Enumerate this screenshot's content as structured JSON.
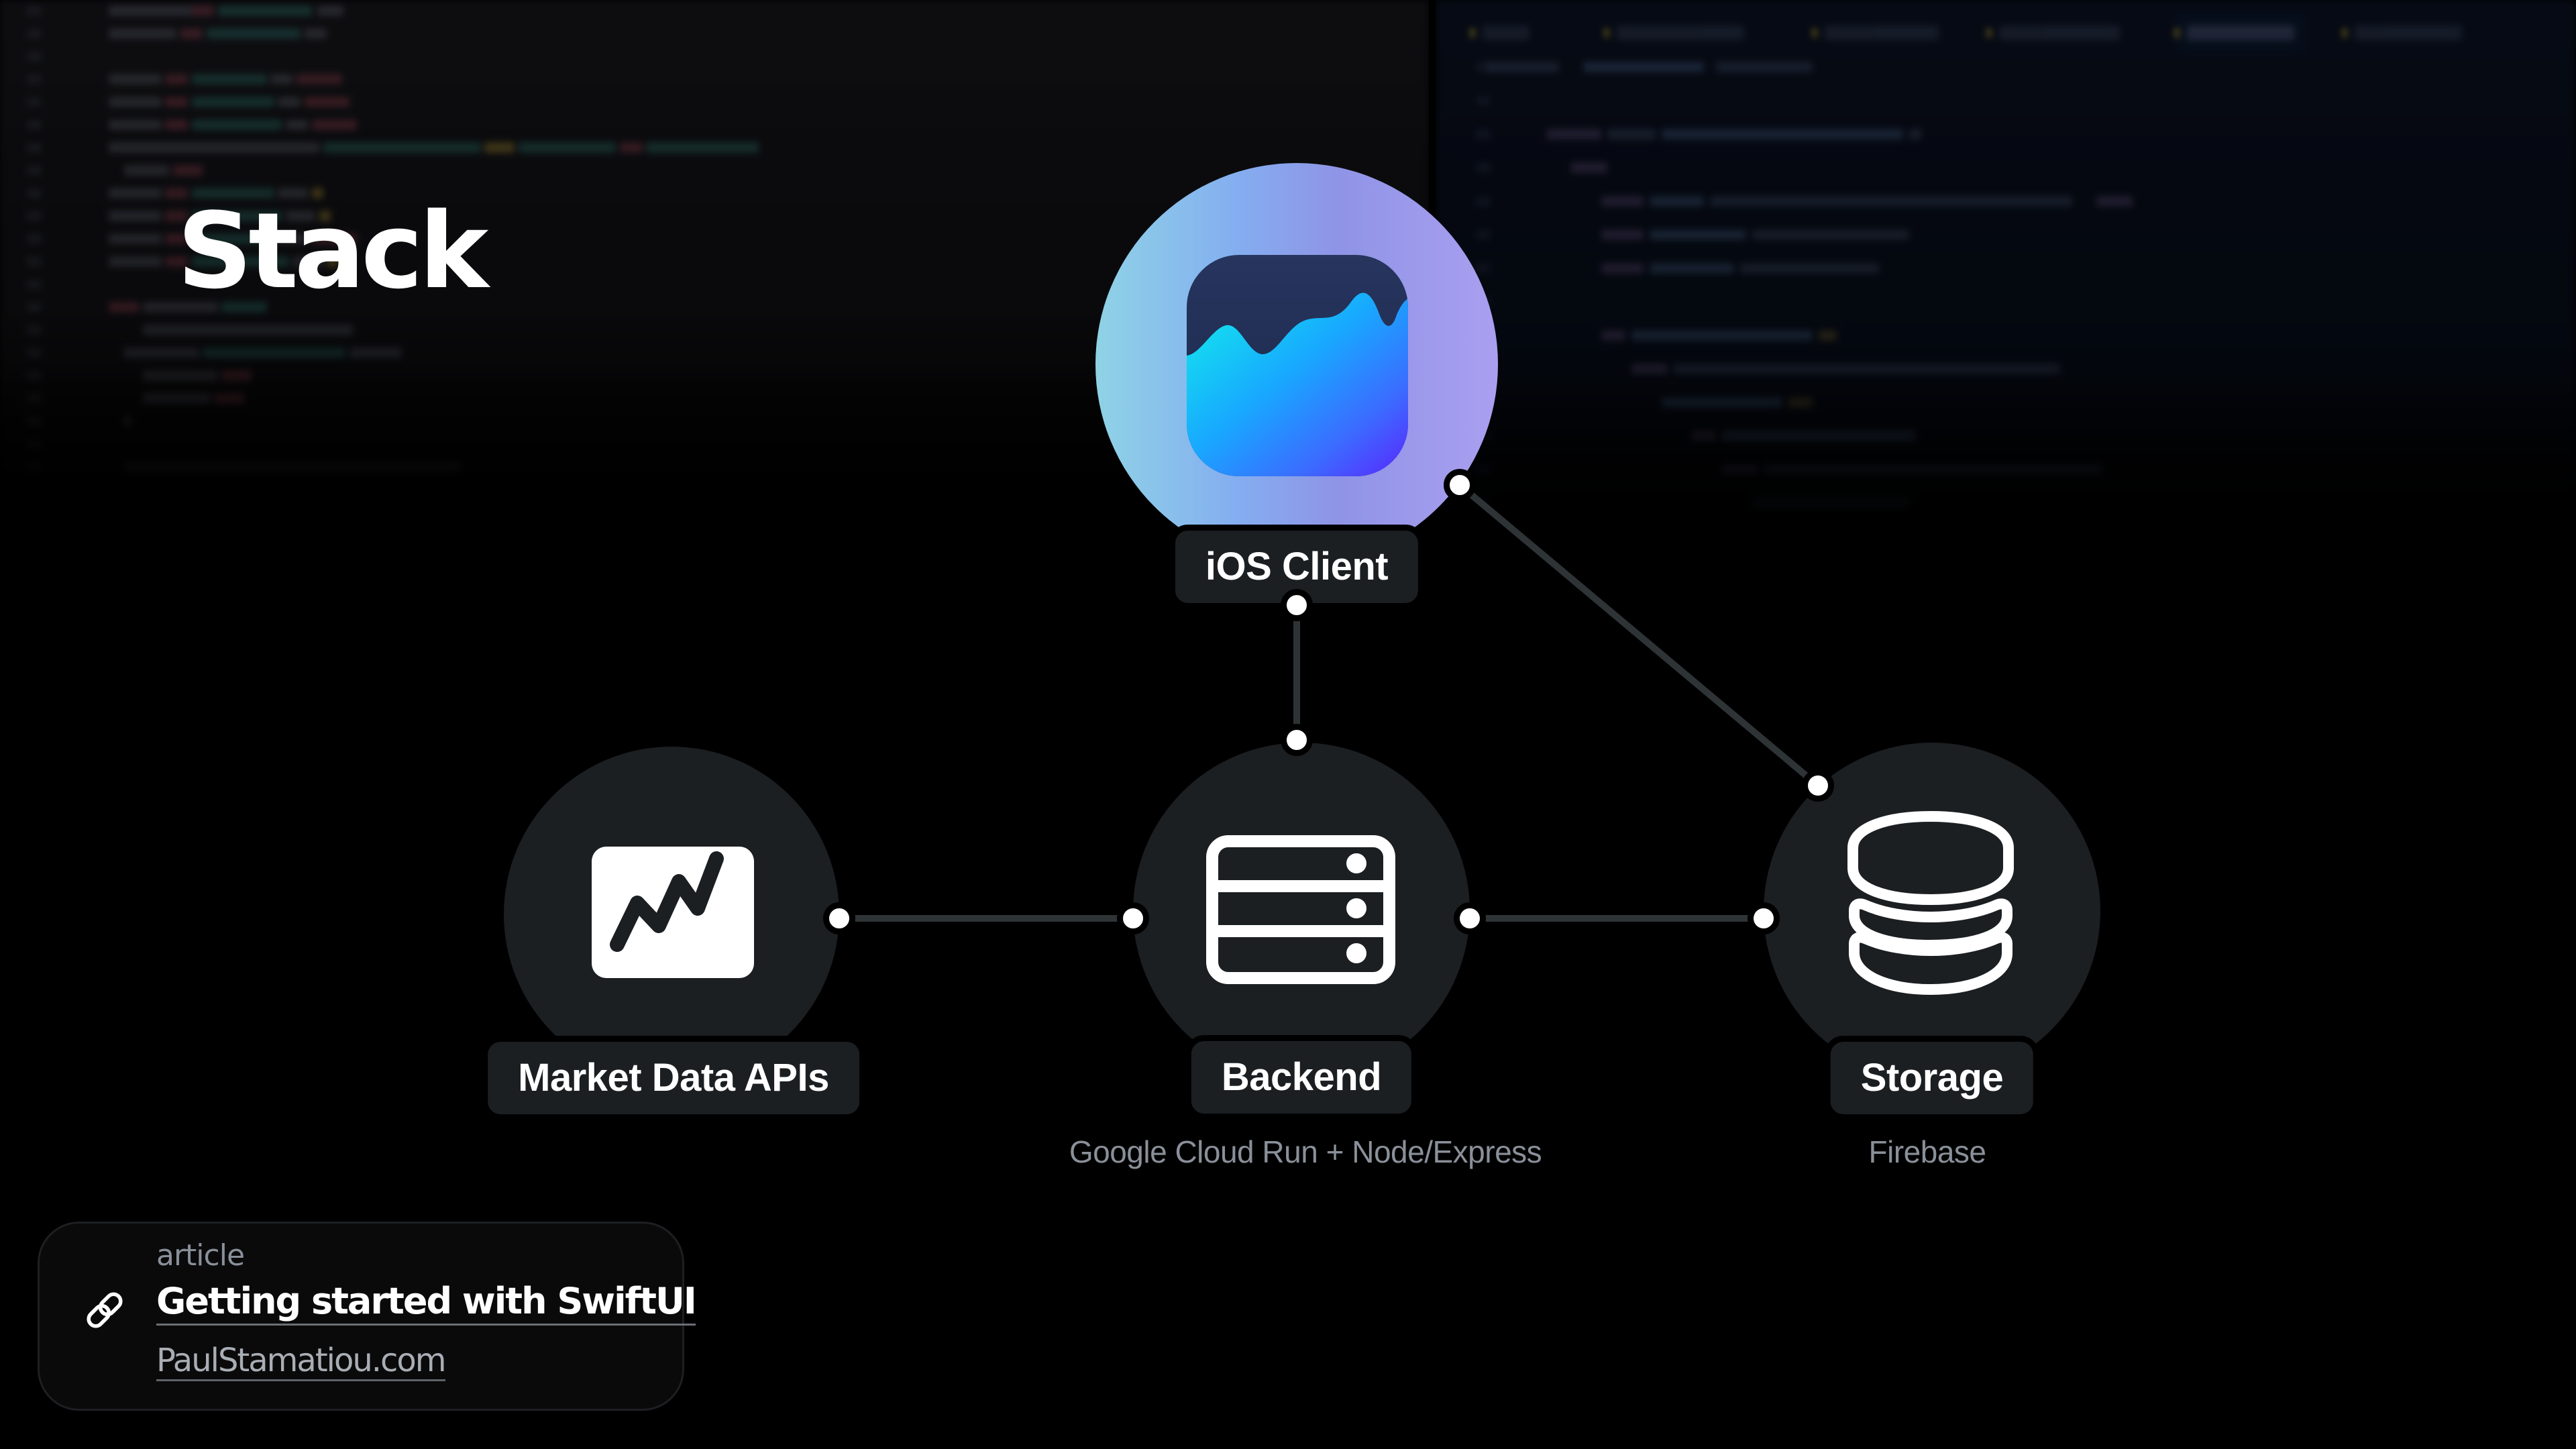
{
  "slide": {
    "title": "Stack"
  },
  "nodes": [
    {
      "id": "ios-client",
      "label": "iOS Client",
      "subtitle": "",
      "icon": "stocks-app-icon"
    },
    {
      "id": "market-data-apis",
      "label": "Market Data APIs",
      "subtitle": "",
      "icon": "chart-line-icon"
    },
    {
      "id": "backend",
      "label": "Backend",
      "subtitle": "Google Cloud Run + Node/Express",
      "icon": "server-rack-icon"
    },
    {
      "id": "storage",
      "label": "Storage",
      "subtitle": "Firebase",
      "icon": "database-icon"
    }
  ],
  "edges": [
    {
      "from": "ios-client",
      "to": "backend"
    },
    {
      "from": "ios-client",
      "to": "storage"
    },
    {
      "from": "market-data-apis",
      "to": "backend"
    },
    {
      "from": "backend",
      "to": "storage"
    }
  ],
  "article_card": {
    "kicker": "article",
    "title": "Getting started with SwiftUI",
    "source": "PaulStamatiou.com",
    "icon": "link-icon"
  },
  "colors": {
    "background": "#000000",
    "node_fill": "#1b1f22",
    "connector": "#2e3336",
    "port": "#ffffff",
    "subtitle_text": "#8a9099",
    "ios_gradient_start": "#8fd3e6",
    "ios_gradient_end": "#aa9ff0",
    "app_icon_top": "#1f2b4f",
    "app_icon_cyan": "#12e0ee",
    "app_icon_blue": "#2a6cff",
    "app_icon_violet": "#5b30ff"
  }
}
